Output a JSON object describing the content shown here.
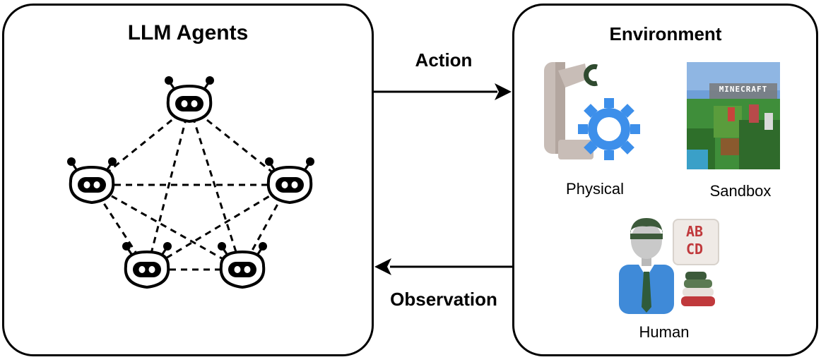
{
  "agents": {
    "title": "LLM Agents"
  },
  "environment": {
    "title": "Environment",
    "items": [
      {
        "label": "Physical"
      },
      {
        "label": "Sandbox",
        "logo_text": "MINECRAFT"
      },
      {
        "label": "Human",
        "chart_letters": "AB CD"
      }
    ]
  },
  "arrows": {
    "action": "Action",
    "observation": "Observation"
  },
  "colors": {
    "gear": "#3d8fea",
    "robot_arm": "#c8bdb7",
    "shirt": "#3f8ad8",
    "tie": "#2f5b3a",
    "grass": "#3f8e3a"
  }
}
